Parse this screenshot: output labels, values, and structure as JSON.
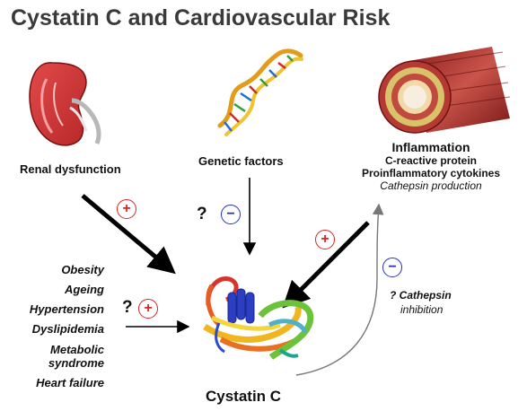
{
  "title": "Cystatin C and Cardiovascular Risk",
  "labels": {
    "renal": "Renal dysfunction",
    "genetic": "Genetic factors",
    "inflammation": "Inflammation",
    "crp": "C-reactive protein",
    "cytokines": "Proinflammatory cytokines",
    "cathepsin_production": "Cathepsin production",
    "cathepsin_inhibition_line1": "? Cathepsin",
    "cathepsin_inhibition_line2": "inhibition",
    "cystatin": "Cystatin C"
  },
  "risk_factors": [
    "Obesity",
    "Ageing",
    "Hypertension",
    "Dyslipidemia",
    "Metabolic",
    "syndrome",
    "Heart failure"
  ],
  "symbols": {
    "plus": "+",
    "minus": "−",
    "question": "?"
  },
  "icons": [
    "kidney-icon",
    "dna-helix-icon",
    "artery-icon",
    "cystatin-protein-structure"
  ],
  "colors": {
    "positive": "#dd2222",
    "negative": "#2233bb",
    "arrow": "#000000",
    "title": "#3a3a3a"
  }
}
